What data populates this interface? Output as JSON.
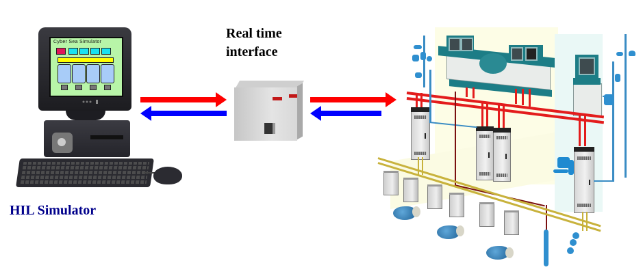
{
  "diagram": {
    "left_component": {
      "label": "HIL Simulator",
      "screen_title": "Cyber Sea Simulator",
      "label_color": "#00008B"
    },
    "middle_component": {
      "label_line1": "Real time",
      "label_line2": "interface"
    },
    "right_component": {
      "description": "Marine vessel control system (consoles, switchboards, thrusters, sensors)"
    },
    "arrows": {
      "forward_color": "#FF0000",
      "backward_color": "#0000FF",
      "links": [
        {
          "from": "HIL Simulator",
          "to": "Real time interface",
          "direction": "bidirectional"
        },
        {
          "from": "Real time interface",
          "to": "Marine vessel control system",
          "direction": "bidirectional"
        }
      ]
    },
    "colors": {
      "power_bus": "#E31C1C",
      "thruster_bus": "#C8B23C",
      "signal_line": "#3A8CC4",
      "console_teal": "#1D7D86",
      "screen_green": "#B8F5A8"
    }
  }
}
